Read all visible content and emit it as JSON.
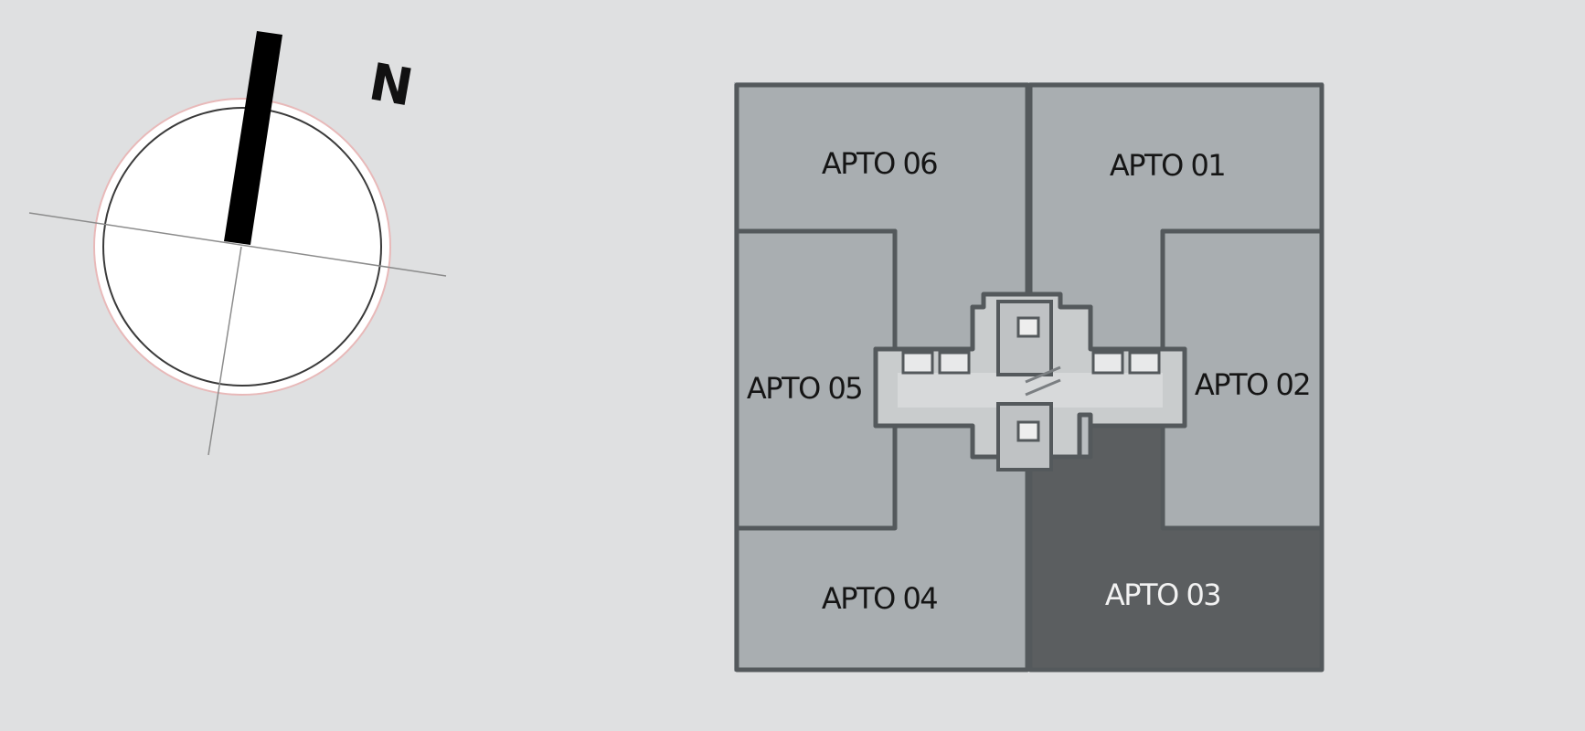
{
  "compass": {
    "north_label": "N"
  },
  "floorplan": {
    "units": [
      {
        "id": "apto-06",
        "label": "APTO 06",
        "selected": false
      },
      {
        "id": "apto-01",
        "label": "APTO 01",
        "selected": false
      },
      {
        "id": "apto-05",
        "label": "APTO 05",
        "selected": false
      },
      {
        "id": "apto-02",
        "label": "APTO 02",
        "selected": false
      },
      {
        "id": "apto-04",
        "label": "APTO 04",
        "selected": false
      },
      {
        "id": "apto-03",
        "label": "APTO 03",
        "selected": true
      }
    ]
  },
  "colors": {
    "background": "#dfe0e1",
    "unit_fill": "#a9aeb1",
    "unit_fill_selected": "#5b5e60",
    "wall": "#54595c",
    "label": "#151515",
    "label_selected": "#f2f2f2"
  }
}
